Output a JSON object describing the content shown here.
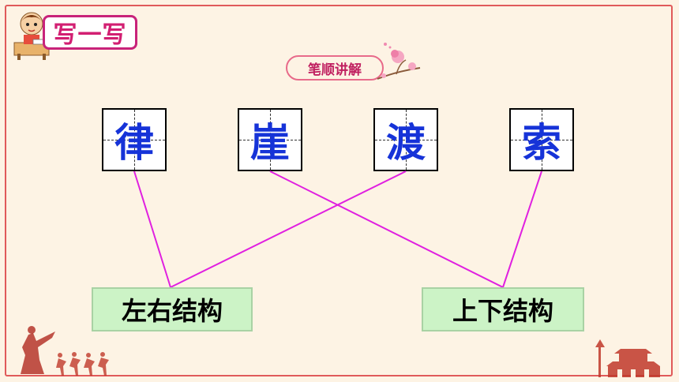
{
  "header": {
    "badge_label": "写一写",
    "subtitle": "笔顺讲解"
  },
  "characters": [
    "律",
    "崖",
    "渡",
    "索"
  ],
  "categories": {
    "left_right": "左右结构",
    "top_bottom": "上下结构"
  },
  "colors": {
    "character": "#1633d8",
    "connector": "#e020e0",
    "badge": "#d21f72",
    "category_bg": "#ccf3c6"
  },
  "icons": [
    "student-writing-icon",
    "flower-branch-icon",
    "soldier-statue-icon",
    "running-figures-icon",
    "tiananmen-icon"
  ]
}
